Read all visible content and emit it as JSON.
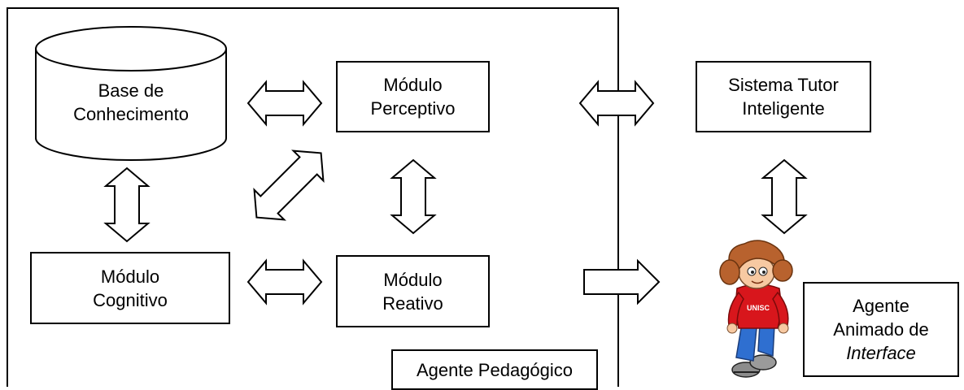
{
  "knowledge_base": {
    "line1": "Base de",
    "line2": "Conhecimento"
  },
  "perceptive_module": {
    "line1": "Módulo",
    "line2": "Perceptivo"
  },
  "cognitive_module": {
    "line1": "Módulo",
    "line2": "Cognitivo"
  },
  "reactive_module": {
    "line1": "Módulo",
    "line2": "Reativo"
  },
  "tutor_system": {
    "line1": "Sistema Tutor",
    "line2": "Inteligente"
  },
  "pedagogical_agent": {
    "label": "Agente Pedagógico"
  },
  "animated_agent": {
    "line1": "Agente",
    "line2": "Animado de",
    "line3": "Interface"
  },
  "character": {
    "shirt_text": "UNISC"
  },
  "colors": {
    "hair": "#B8622E",
    "shirt": "#D8161C",
    "pants": "#2F6FD0",
    "skin": "#F7C9A2"
  }
}
